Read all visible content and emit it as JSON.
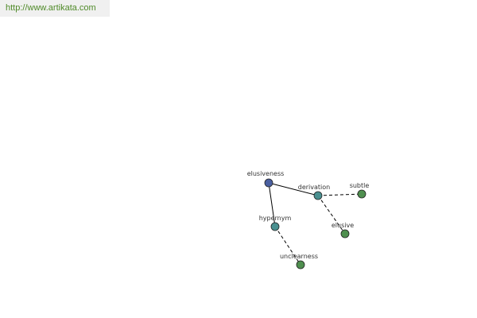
{
  "site": {
    "url": "http://www.artikata.com"
  },
  "colors": {
    "url_text": "#4f8a28",
    "url_bg": "#f0f0f0",
    "root_node": "#4a5fa0",
    "relation_node": "#4a9090",
    "leaf_node": "#4f8f4f",
    "edge": "#000000"
  },
  "nodes": [
    {
      "id": "elusiveness",
      "label": "elusiveness",
      "kind": "root"
    },
    {
      "id": "derivation",
      "label": "derivation",
      "kind": "relation"
    },
    {
      "id": "subtle",
      "label": "subtle",
      "kind": "leaf"
    },
    {
      "id": "elusive",
      "label": "elusive",
      "kind": "leaf"
    },
    {
      "id": "hypernym",
      "label": "hypernym",
      "kind": "relation"
    },
    {
      "id": "unclearness",
      "label": "unclearness",
      "kind": "leaf"
    }
  ],
  "edges": [
    {
      "from": "elusiveness",
      "to": "derivation",
      "style": "solid"
    },
    {
      "from": "elusiveness",
      "to": "hypernym",
      "style": "solid"
    },
    {
      "from": "derivation",
      "to": "subtle",
      "style": "dashed"
    },
    {
      "from": "derivation",
      "to": "elusive",
      "style": "dashed"
    },
    {
      "from": "hypernym",
      "to": "unclearness",
      "style": "dashed"
    }
  ]
}
